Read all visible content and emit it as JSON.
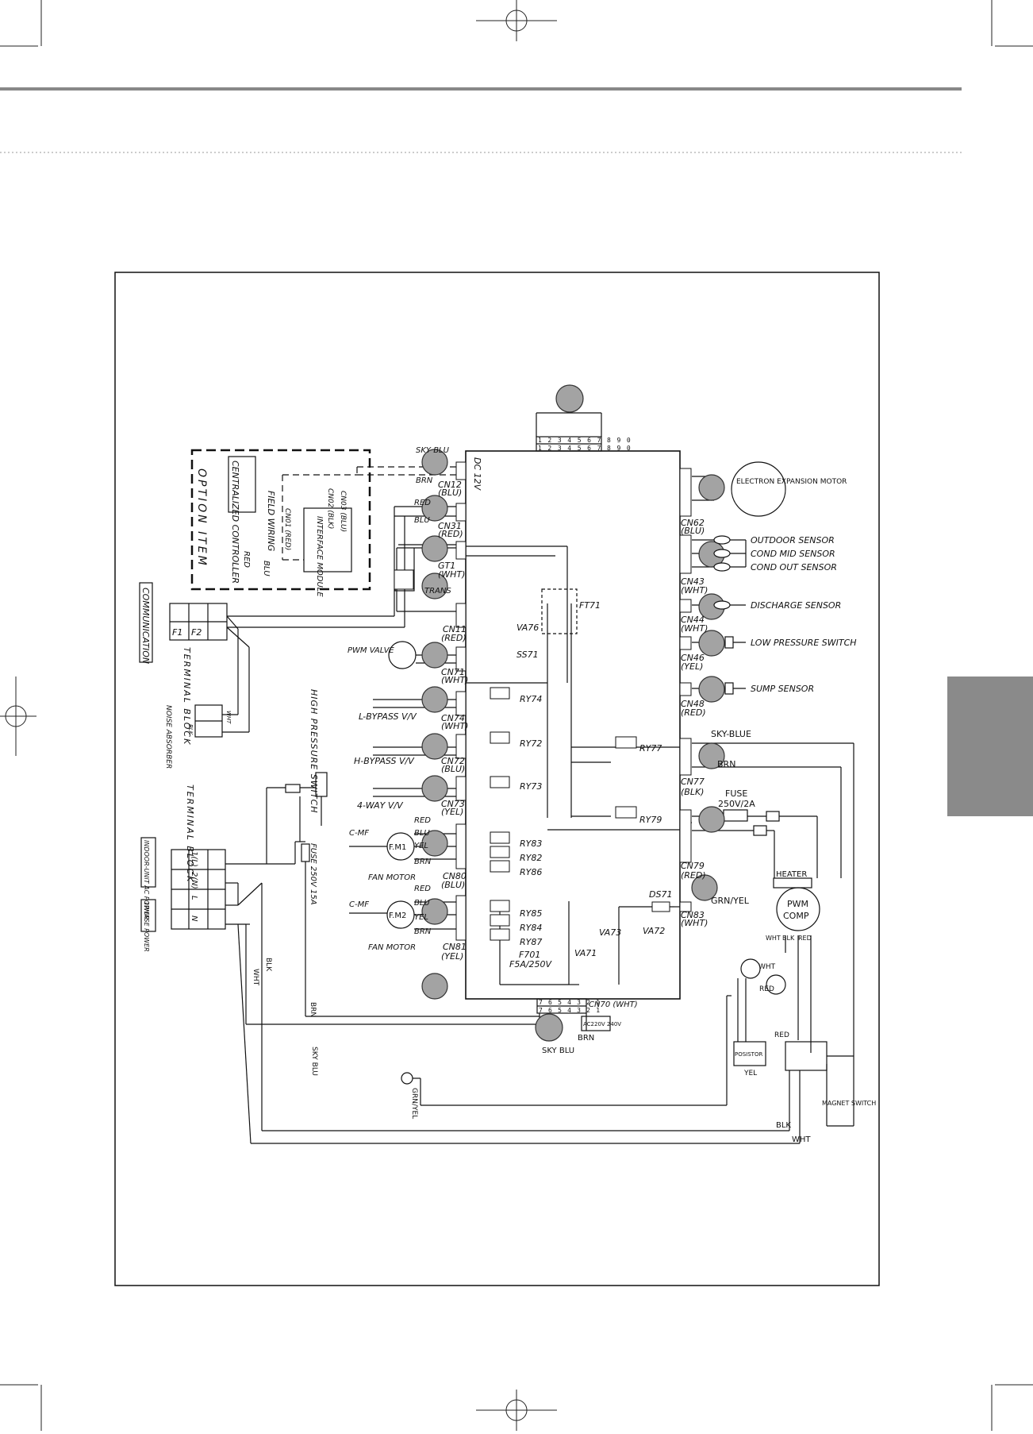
{
  "option_item": {
    "title": "OPTION ITEM",
    "central_controller": "CENTRALIZED CONTROLLER",
    "field_wiring": "FIELD WIRING",
    "interface_module": "INTERFACE MODULE",
    "cn01": "CN01 (RED)",
    "cn02": "CN02 (BLK)",
    "cn03": "CN03 (BLU)",
    "red": "RED",
    "blu": "BLU"
  },
  "left_side": {
    "communication": "COMMUNICATION",
    "f1": "F1",
    "f2": "F2",
    "terminal_block_1": "TERMINAL BLOCK",
    "noise_absorber": "NOISE ABSORBER",
    "blk": "BLK",
    "wht": "WHT",
    "high_pressure_switch": "HIGH PRESSURE SWITCH",
    "terminal_block_2": "TERMINAL BLOCK",
    "indoor_unit_power": "INDOOR-UNIT AC POWER",
    "phase_power": "1PHASE POWER",
    "t_l1": "1(L)",
    "t_n2": "2(N)",
    "t_l": "L",
    "t_n": "N",
    "fuse_main": "FUSE 250V 15A"
  },
  "board": {
    "dc12v": "DC 12V",
    "top_pins": [
      "1",
      "2",
      "3",
      "4",
      "5",
      "6",
      "7",
      "8",
      "9",
      "0"
    ],
    "bottom_pins": [
      "7",
      "6",
      "5",
      "4",
      "3",
      "2",
      "1"
    ],
    "cn70": "CN70 (WHT)",
    "ac_label": "AC220V 240V"
  },
  "left_connectors": [
    {
      "wires": "SKY BLU",
      "wire2": "BRN",
      "name": "CN12",
      "color": "(BLU)"
    },
    {
      "wires": "RED",
      "wire2": "BLU",
      "name": "CN31",
      "color": "(RED)"
    },
    {
      "wires": "",
      "wire2": "",
      "name": "GT1",
      "color": "(WHT)"
    },
    {
      "wires": "TRANS",
      "wire2": "",
      "name": "CN11",
      "color": "(RED)"
    },
    {
      "wires": "PWM VALVE",
      "wire2": "",
      "name": "CN71",
      "color": "(WHT)"
    },
    {
      "wires": "L-BYPASS V/V",
      "wire2": "",
      "name": "CN74",
      "color": "(WHT)"
    },
    {
      "wires": "H-BYPASS V/V",
      "wire2": "",
      "name": "CN72",
      "color": "(BLU)"
    },
    {
      "wires": "4-WAY V/V",
      "wire2": "",
      "name": "CN73",
      "color": "(YEL)"
    }
  ],
  "fan_motors": [
    {
      "cap": "C-MF",
      "motor": "F.M1",
      "label": "FAN MOTOR",
      "conn": "CN80",
      "color": "(BLU)",
      "w1": "RED",
      "w2": "BLU",
      "w3": "YEL",
      "w4": "BRN"
    },
    {
      "cap": "C-MF",
      "motor": "F.M2",
      "label": "FAN MOTOR",
      "conn": "CN81",
      "color": "(YEL)",
      "w1": "RED",
      "w2": "BLU",
      "w3": "YEL",
      "w4": "BRN"
    }
  ],
  "relays": {
    "ry74": "RY74",
    "ry72": "RY72",
    "ry73": "RY73",
    "ry83": "RY83",
    "ry82": "RY82",
    "ry86": "RY86",
    "ry85": "RY85",
    "ry84": "RY84",
    "ry87": "RY87",
    "ry77": "RY77",
    "ry79": "RY79"
  },
  "internal": {
    "va76": "VA76",
    "ss71": "SS71",
    "ft71": "FT71",
    "va73": "VA73",
    "va72": "VA72",
    "va71": "VA71",
    "f701": "F701",
    "f701_rating": "F5A/250V",
    "ds71": "DS71"
  },
  "right_connectors": [
    {
      "name": "CN62",
      "color": "(BLU)"
    },
    {
      "name": "CN43",
      "color": "(WHT)"
    },
    {
      "name": "CN44",
      "color": "(WHT)"
    },
    {
      "name": "CN46",
      "color": "(YEL)"
    },
    {
      "name": "CN48",
      "color": "(RED)"
    },
    {
      "name": "CN77",
      "color": "(BLK)"
    },
    {
      "name": "CN79",
      "color": "(RED)"
    },
    {
      "name": "CN83",
      "color": "(WHT)"
    }
  ],
  "right_side": {
    "eev": "ELECTRON EXPANSION MOTOR",
    "outdoor_sensor": "OUTDOOR SENSOR",
    "cond_mid_sensor": "COND MID SENSOR",
    "cond_out_sensor": "COND OUT SENSOR",
    "discharge_sensor": "DISCHARGE SENSOR",
    "low_pressure_switch": "LOW PRESSURE SWITCH",
    "sump_sensor": "SUMP SENSOR",
    "sky_blue": "SKY-BLUE",
    "brn": "BRN",
    "fuse": "FUSE",
    "fuse_rating": "250V/2A",
    "heater": "HEATER",
    "grn_yel": "GRN/YEL",
    "pwm_comp_1": "PWM",
    "pwm_comp_2": "COMP",
    "wht": "WHT",
    "blk": "BLK",
    "red": "RED",
    "posistor": "POSISTOR",
    "yel": "YEL",
    "magnet_switch": "MAGNET SWITCH"
  },
  "bottom": {
    "sky_blu": "SKY BLU",
    "brn": "BRN",
    "blk": "BLK",
    "wht": "WHT",
    "grn_yel": "GRN/YEL"
  }
}
